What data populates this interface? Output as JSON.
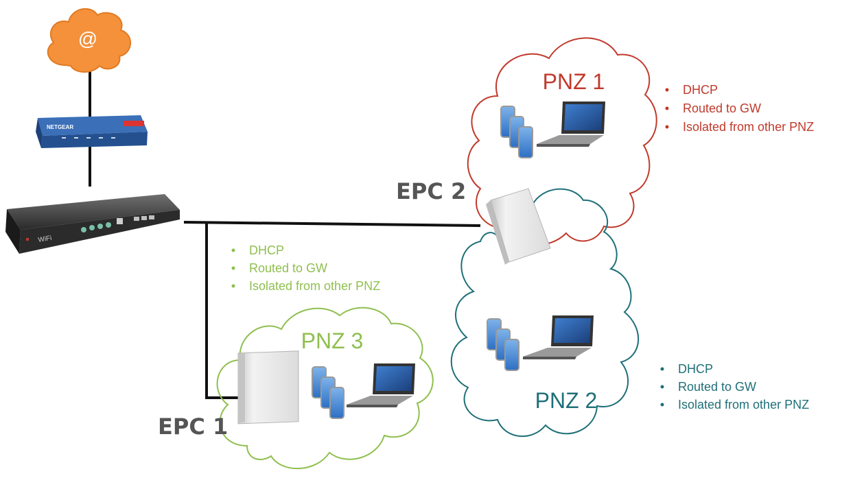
{
  "internet": {
    "symbol": "@",
    "color": "#f4913a"
  },
  "router": {
    "brand": "NETGEAR",
    "color": "#2f5fa8"
  },
  "controller": {
    "label": "WiFi"
  },
  "epc1": {
    "label": "EPC 1"
  },
  "epc2": {
    "label": "EPC 2"
  },
  "zones": [
    {
      "name": "PNZ 1",
      "color": "#c0392b",
      "bullets": [
        "DHCP",
        "Routed to GW",
        "Isolated from other PNZ"
      ]
    },
    {
      "name": "PNZ 2",
      "color": "#1f6f78",
      "bullets": [
        "DHCP",
        "Routed to GW",
        "Isolated from other PNZ"
      ]
    },
    {
      "name": "PNZ 3",
      "color": "#8fbf4f",
      "bullets": [
        "DHCP",
        "Routed to GW",
        "Isolated from other PNZ"
      ]
    }
  ],
  "colors": {
    "line": "#000000",
    "epc_text": "#555555"
  }
}
